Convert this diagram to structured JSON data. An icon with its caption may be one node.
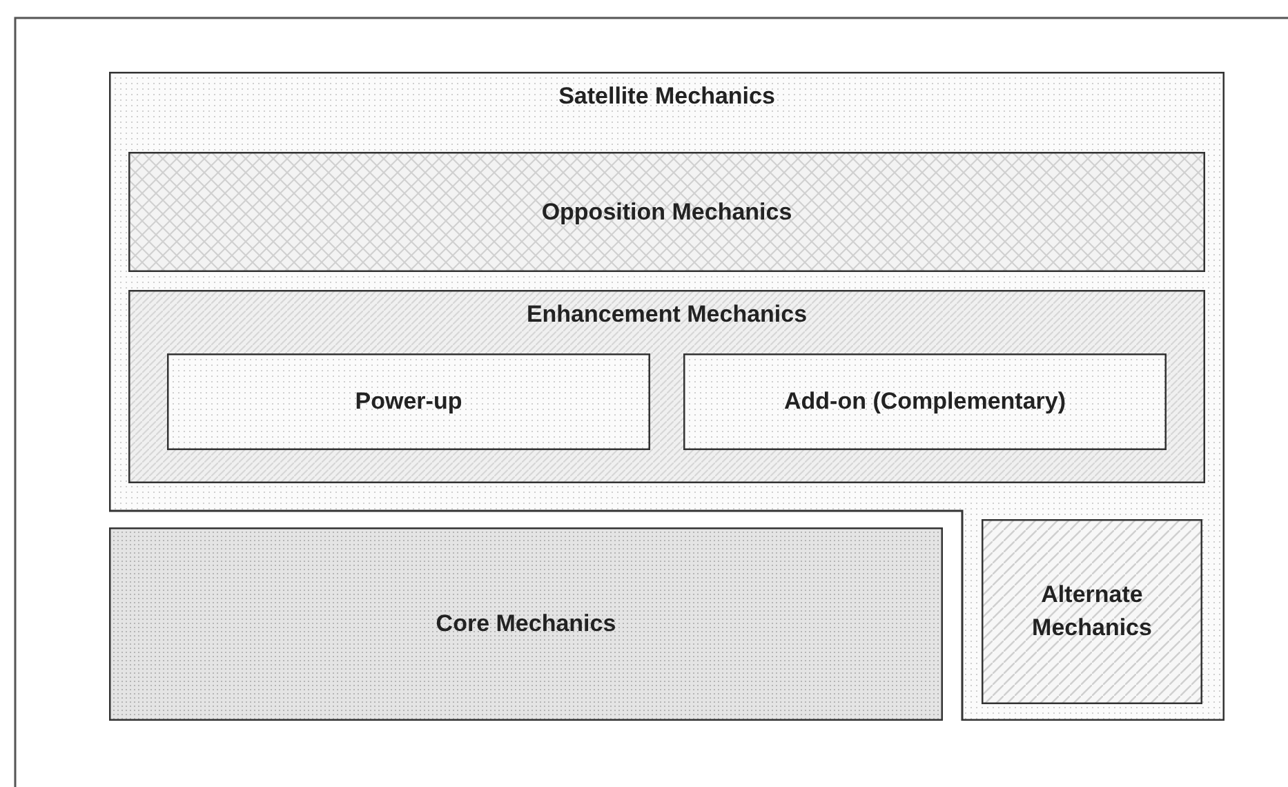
{
  "diagram": {
    "nodes": [
      {
        "text": [
          "Satellite Mechanics"
        ]
      },
      {
        "text": [
          "Opposition Mechanics"
        ],
        "in": 0
      },
      {
        "text": [
          "Enhancement Mechanics"
        ],
        "in": 0
      },
      {
        "text": [
          "Power-up"
        ],
        "in": 2
      },
      {
        "text": [
          "Add-on (Complementary)"
        ],
        "in": 2
      },
      {
        "text": [
          "Core Mechanics"
        ]
      },
      {
        "text": [
          "Alternate Mechanics"
        ],
        "in": 0
      }
    ]
  }
}
